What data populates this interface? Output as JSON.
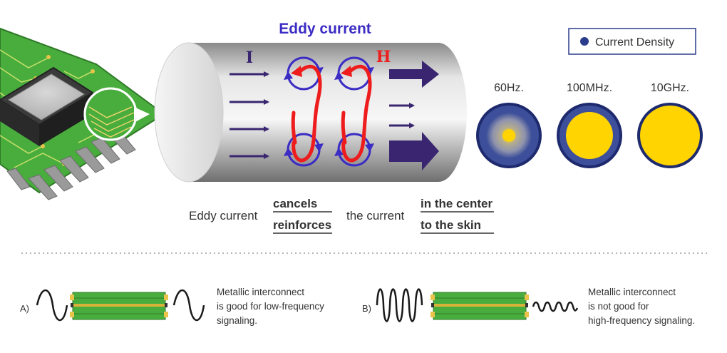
{
  "title": "Eddy current",
  "labels": {
    "current_symbol": "I",
    "field_symbol": "H"
  },
  "legend": {
    "label": "Current Density"
  },
  "frequencies": [
    {
      "label": "60Hz.",
      "ring": "#2b3c8c",
      "center": "#ffd400"
    },
    {
      "label": "100MHz.",
      "ring": "#2b3c8c",
      "center": "#ffd400"
    },
    {
      "label": "10GHz.",
      "ring": "#2b3c8c",
      "center": "#ffd400"
    }
  ],
  "sentence": {
    "part1": "Eddy current",
    "option_a": "cancels",
    "option_b": "reinforces",
    "part2": "the current",
    "option_c": "in the center",
    "option_d": "to the skin"
  },
  "bottom": {
    "a": {
      "marker": "A)",
      "text": [
        "Metallic interconnect",
        "is good for low-frequency",
        "signaling."
      ]
    },
    "b": {
      "marker": "B)",
      "text": [
        "Metallic interconnect",
        "is not good for",
        "high-frequency signaling."
      ]
    }
  },
  "colors": {
    "title": "#3b2cc4",
    "arrow": "#3a2670",
    "loop": "#3b2cc4",
    "eddy": "#ee1c1c",
    "pcb_green": "#49ad3d",
    "trace": "#d9b23a",
    "ring": "#2b3c8c",
    "density": "#ffd400"
  }
}
